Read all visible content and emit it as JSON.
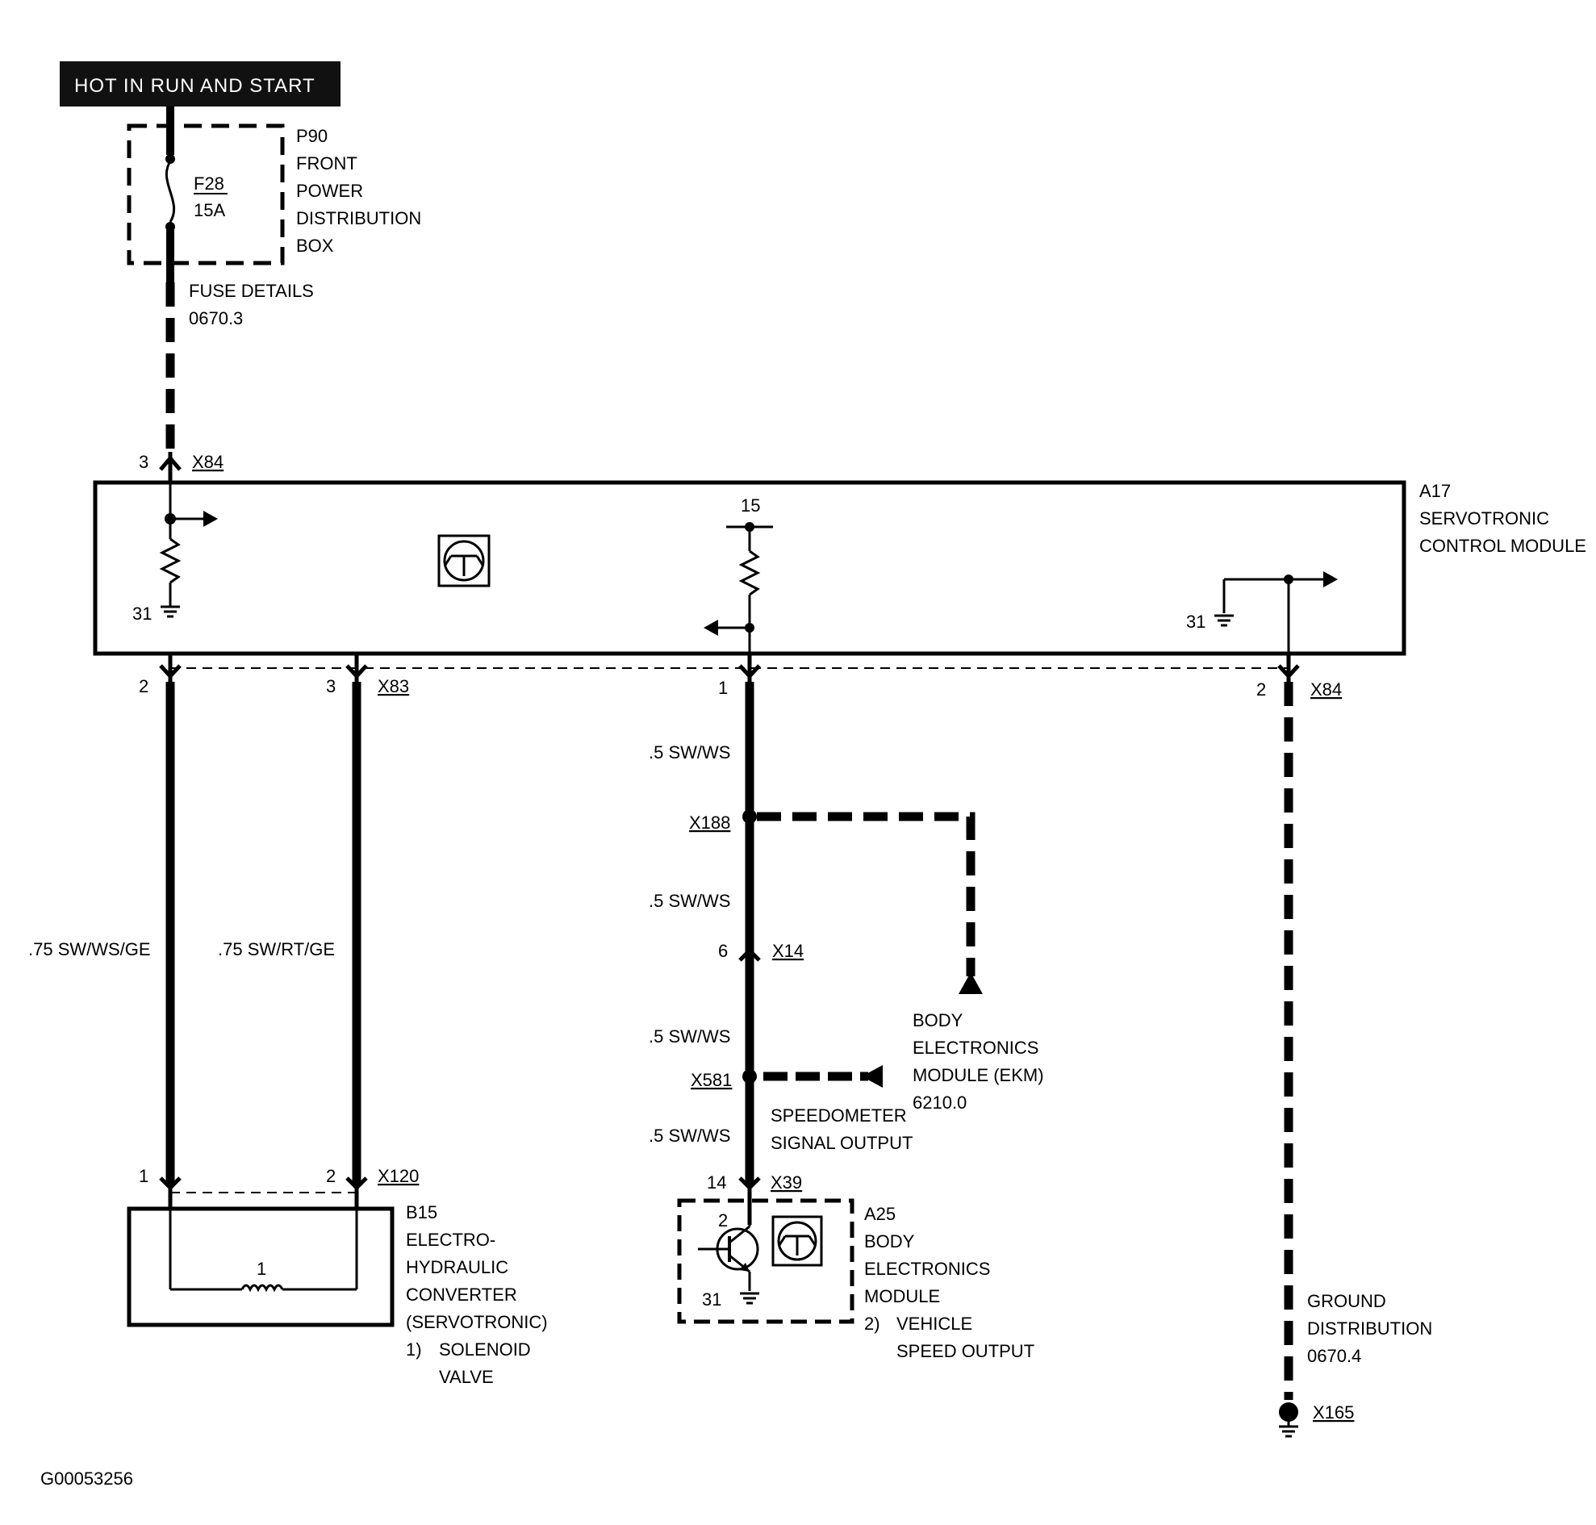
{
  "header": {
    "text": "HOT IN RUN AND START"
  },
  "footer": {
    "code": "G00053256"
  },
  "fuse_box": {
    "lines": [
      "P90",
      "FRONT",
      "POWER",
      "DISTRIBUTION",
      "BOX"
    ],
    "fuse_id": "F28",
    "fuse_rating": "15A"
  },
  "fuse_details": {
    "lines": [
      "FUSE DETAILS",
      "0670.3"
    ]
  },
  "control_module": {
    "lines": [
      "A17",
      "SERVOTRONIC",
      "CONTROL MODULE"
    ],
    "internal_labels": {
      "ground_left": "31",
      "supply": "15",
      "ground_right": "31"
    }
  },
  "connectors": {
    "x84_top": {
      "pin": "3",
      "name": "X84"
    },
    "x83_left": {
      "pin": "2"
    },
    "x83_right": {
      "pin": "3",
      "name": "X83"
    },
    "x84_mid": {
      "pin": "1"
    },
    "x84_right": {
      "pin": "2",
      "name": "X84"
    },
    "x188": {
      "name": "X188"
    },
    "x14": {
      "pin": "6",
      "name": "X14"
    },
    "x581": {
      "name": "X581"
    },
    "x39": {
      "pin": "14",
      "name": "X39"
    },
    "x120_left": {
      "pin": "1"
    },
    "x120_right": {
      "pin": "2",
      "name": "X120"
    },
    "x165": {
      "name": "X165"
    }
  },
  "wires": {
    "w1": ".75 SW/WS/GE",
    "w2": ".75 SW/RT/GE",
    "w3": ".5 SW/WS",
    "w4": ".5 SW/WS",
    "w5": ".5 SW/WS",
    "w6": ".5 SW/WS"
  },
  "ekm": {
    "lines": [
      "BODY",
      "ELECTRONICS",
      "MODULE (EKM)",
      "6210.0"
    ]
  },
  "speedometer": {
    "lines": [
      "SPEEDOMETER",
      "SIGNAL OUTPUT"
    ]
  },
  "converter": {
    "lines": [
      "B15",
      "ELECTRO-",
      "HYDRAULIC",
      "CONVERTER",
      "(SERVOTRONIC)"
    ],
    "note_num": "1)",
    "note_lines": [
      "SOLENOID",
      "VALVE"
    ],
    "coil_label": "1"
  },
  "body_module": {
    "lines": [
      "A25",
      "BODY",
      "ELECTRONICS",
      "MODULE"
    ],
    "note_num": "2)",
    "note_lines": [
      "VEHICLE",
      "SPEED OUTPUT"
    ],
    "transistor_pin": "2",
    "ground_pin": "31"
  },
  "ground_dist": {
    "lines": [
      "GROUND",
      "DISTRIBUTION",
      "0670.4"
    ]
  }
}
